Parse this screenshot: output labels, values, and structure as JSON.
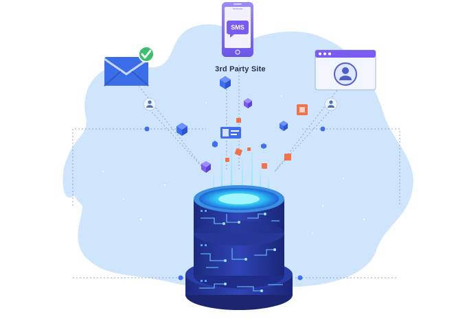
{
  "phone": {
    "header_text": "Network",
    "message_label": "SMS"
  },
  "site": {
    "label": "3rd Party Site"
  },
  "icons": {
    "email": "envelope-icon",
    "check": "checkmark-icon",
    "user": "user-icon",
    "profile": "profile-window-icon",
    "server": "database-server-icon"
  },
  "colors": {
    "blob": "#cfe5fb",
    "accent_blue": "#3f6ff0",
    "violet": "#7a5cf0",
    "orange": "#f0714a",
    "server_dark": "#23338f",
    "glow": "#4ee6ff",
    "check_green": "#3bbf6a"
  }
}
